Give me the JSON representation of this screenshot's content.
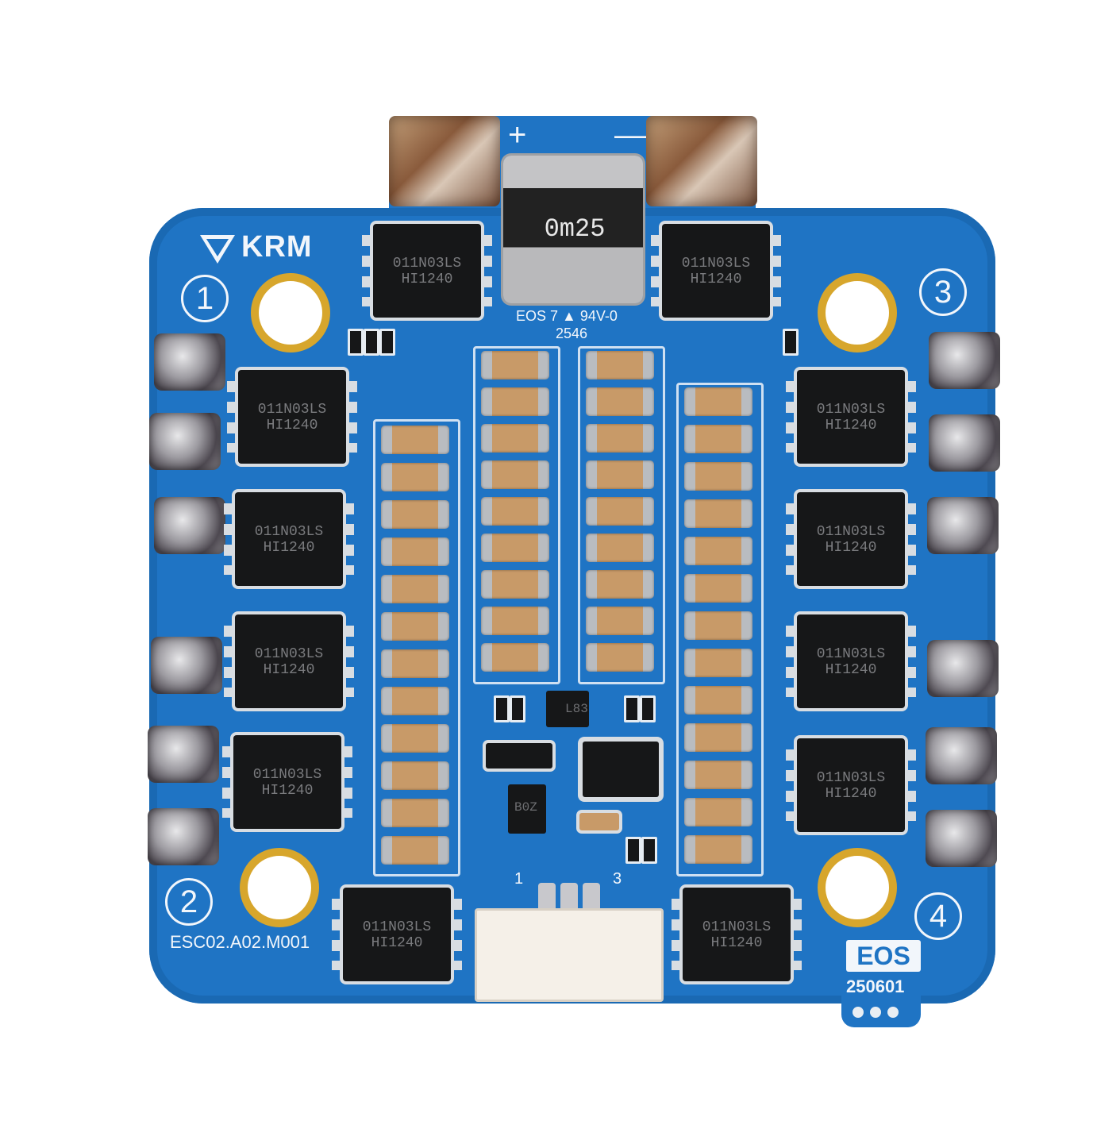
{
  "board": {
    "logo": "KRM",
    "tab_plus": "+",
    "tab_minus": "—",
    "shunt_marking": "0m25",
    "cert_line": "EOS 7 ▲ 94V-0",
    "cert_code": "2546",
    "model": "ESC02.A02.M001",
    "brand_badge": "EOS",
    "date_code": "250601",
    "motor_numbers": [
      "1",
      "2",
      "3",
      "4"
    ],
    "connector_pin_first": "1",
    "connector_pin_last": "3",
    "fet_marking": "011N03LS\nHI1240",
    "ic_marking_1": "L83",
    "ic_marking_2": "B0Z"
  },
  "colors": {
    "pcb_blue": "#1f74c4",
    "silkscreen": "#f2f6fb",
    "mount_ring_gold": "#d7a62c"
  }
}
